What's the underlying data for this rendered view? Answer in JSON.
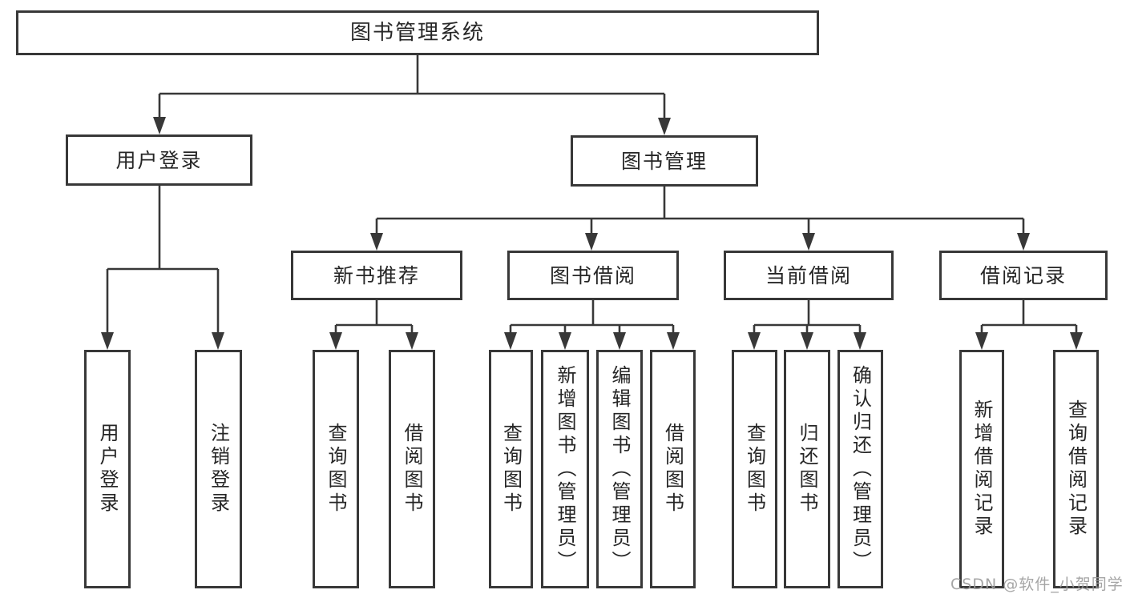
{
  "diagram": {
    "root": "图书管理系统",
    "level2": {
      "user_login": "用户登录",
      "book_management": "图书管理"
    },
    "level3": {
      "new_book_recommend": "新书推荐",
      "book_borrowing": "图书借阅",
      "current_borrowing": "当前借阅",
      "borrow_records": "借阅记录"
    },
    "leaves": {
      "user_login": "用户登录",
      "logout": "注销登录",
      "recommend_query_books": "查询图书",
      "recommend_borrow_books": "借阅图书",
      "borrowing_query_books": "查询图书",
      "borrowing_add_books": "新增图书（管理员）",
      "borrowing_edit_books": "编辑图书（管理员）",
      "borrowing_borrow_books": "借阅图书",
      "current_query_books": "查询图书",
      "current_return_books": "归还图书",
      "current_confirm_return": "确认归还（管理员）",
      "records_add_record": "新增借阅记录",
      "records_query_record": "查询借阅记录"
    }
  },
  "watermark": "CSDN @软件_小贺同学",
  "colors": {
    "line": "#383838",
    "text": "#262626",
    "watermark": "#9c9c9c",
    "background": "#ffffff"
  }
}
